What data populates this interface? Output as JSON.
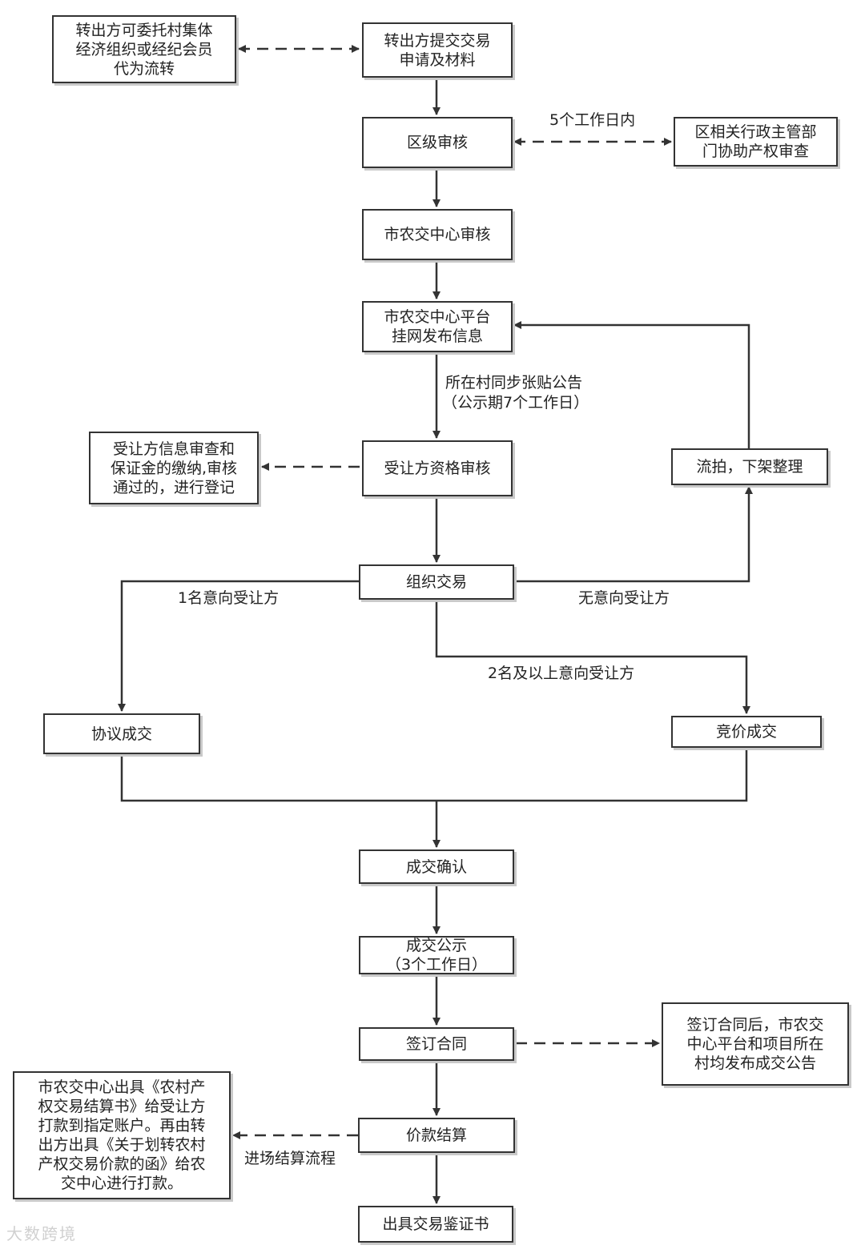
{
  "nodes": {
    "submit": [
      "转出方提交交易",
      "申请及材料"
    ],
    "delegate": [
      "转出方可委托村集体",
      "经济组织或经纪会员",
      "代为流转"
    ],
    "district_review": [
      "区级审核"
    ],
    "dept_assist": [
      "区相关行政主管部",
      "门协助产权审查"
    ],
    "center_review": [
      "市农交中心审核"
    ],
    "publish": [
      "市农交中心平台",
      "挂网发布信息"
    ],
    "qualify": [
      "受让方资格审核"
    ],
    "qualify_note": [
      "受让方信息审查和",
      "保证金的缴纳,审核",
      "通过的，进行登记"
    ],
    "unsold": [
      "流拍，下架整理"
    ],
    "organize": [
      "组织交易"
    ],
    "negotiate": [
      "协议成交"
    ],
    "auction": [
      "竞价成交"
    ],
    "confirm": [
      "成交确认"
    ],
    "notice": [
      "成交公示",
      "（3个工作日）"
    ],
    "contract": [
      "签订合同"
    ],
    "contract_note": [
      "签订合同后，市农交",
      "中心平台和项目所在",
      "村均发布成交公告"
    ],
    "settle": [
      "价款结算"
    ],
    "settle_note": [
      "市农交中心出具《农村产",
      "权交易结算书》给受让方",
      "打款到指定账户。再由转",
      "出方出具《关于划转农村",
      "产权交易价款的函》给农",
      "交中心进行打款。"
    ],
    "certificate": [
      "出具交易鉴证书"
    ]
  },
  "labels": {
    "five_days": "5个工作日内",
    "posting": [
      "所在村同步张贴公告",
      "（公示期7个工作日）"
    ],
    "one_bidder": "1名意向受让方",
    "no_bidder": "无意向受让方",
    "multi_bidder": "2名及以上意向受让方",
    "settle_flow": "进场结算流程"
  },
  "watermark": "大数跨境",
  "colors": {
    "line": "#333333",
    "box_border": "#333333",
    "shadow": "#c9c9c9"
  }
}
